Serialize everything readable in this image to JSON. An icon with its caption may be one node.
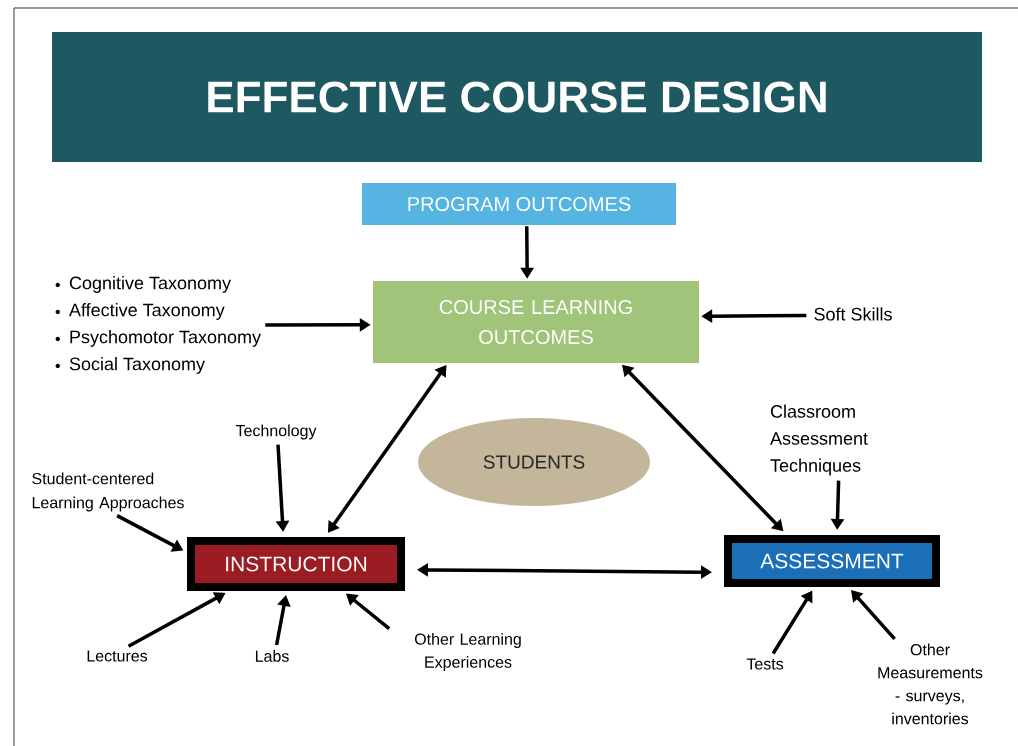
{
  "diagram": {
    "title": "EFFECTIVE COURSE DESIGN",
    "nodes": [
      {
        "text": [
          "PROGRAM OUTCOMES"
        ]
      },
      {
        "text": [
          "COURSE LEARNING OUTCOMES"
        ]
      },
      {
        "text": [
          "Cognitive Taxonomy",
          "Affective Taxonomy",
          "Psychomotor Taxonomy",
          "Social Taxonomy"
        ]
      },
      {
        "text": [
          "Soft Skills"
        ]
      },
      {
        "text": [
          "STUDENTS"
        ]
      },
      {
        "text": [
          "Technology"
        ]
      },
      {
        "text": [
          "Student-centered Learning Approaches"
        ]
      },
      {
        "text": [
          "INSTRUCTION"
        ]
      },
      {
        "text": [
          "Classroom Assessment Techniques"
        ]
      },
      {
        "text": [
          "ASSESSMENT"
        ]
      },
      {
        "text": [
          "Lectures"
        ]
      },
      {
        "text": [
          "Labs"
        ]
      },
      {
        "text": [
          "Other Learning Experiences"
        ]
      },
      {
        "text": [
          "Tests"
        ]
      },
      {
        "text": [
          "Other Measurements - surveys, inventories"
        ]
      }
    ],
    "edges": [
      {
        "from": 0,
        "to": 1,
        "arrow": "to"
      },
      {
        "from": 2,
        "to": 1,
        "arrow": "to"
      },
      {
        "from": 3,
        "to": 1,
        "arrow": "to"
      },
      {
        "from": 1,
        "to": 7,
        "arrow": "both"
      },
      {
        "from": 1,
        "to": 9,
        "arrow": "both"
      },
      {
        "from": 7,
        "to": 9,
        "arrow": "both"
      },
      {
        "from": 5,
        "to": 7,
        "arrow": "to"
      },
      {
        "from": 6,
        "to": 7,
        "arrow": "to"
      },
      {
        "from": 10,
        "to": 7,
        "arrow": "to"
      },
      {
        "from": 11,
        "to": 7,
        "arrow": "to"
      },
      {
        "from": 12,
        "to": 7,
        "arrow": "to"
      },
      {
        "from": 8,
        "to": 9,
        "arrow": "to"
      },
      {
        "from": 13,
        "to": 9,
        "arrow": "to"
      },
      {
        "from": 14,
        "to": 9,
        "arrow": "to"
      }
    ]
  }
}
